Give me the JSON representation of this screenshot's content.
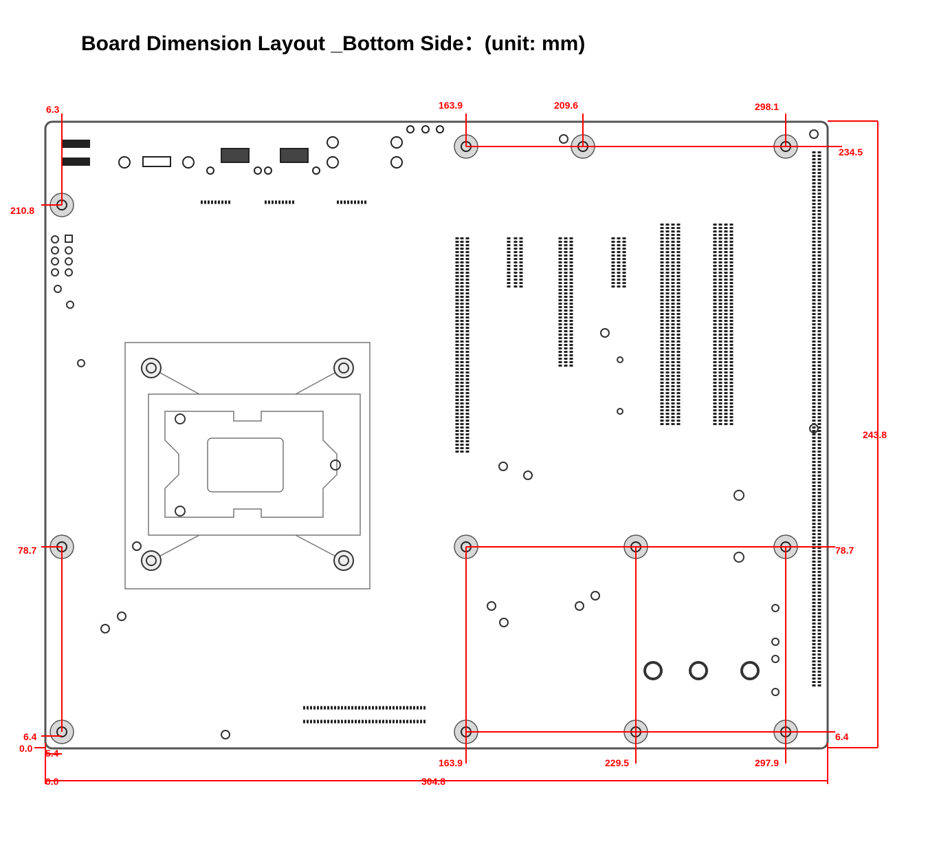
{
  "title": "Board Dimension Layout _Bottom Side：(unit: mm)",
  "colors": {
    "dimension": "#ff0000",
    "outline": "#555555",
    "mount_hole_fill": "#d8d8d8"
  },
  "dimensions": {
    "top": {
      "d1": "6.3",
      "d2": "163.9",
      "d3": "209.6",
      "d4": "298.1"
    },
    "right": {
      "d1": "234.5",
      "d2": "243.8",
      "d3": "78.7",
      "d4": "6.4"
    },
    "left": {
      "d1": "210.8",
      "d2": "78.7",
      "d3": "6.4",
      "d4": "0.0",
      "d5": "5.4"
    },
    "bottom": {
      "d1": "163.9",
      "d2": "229.5",
      "d3": "297.9",
      "d4": "0.0",
      "d5": "304.8"
    }
  }
}
